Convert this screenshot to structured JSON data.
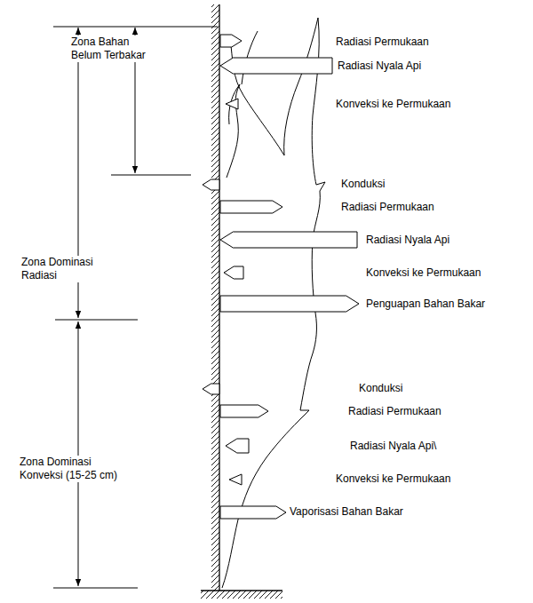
{
  "diagram": {
    "labels": [
      "Zona Bahan Belum Terbakar",
      "Zona Dominasi Radiasi",
      "Zona Dominasi Konveksi (15-25 cm)",
      "Radiasi Permukaan",
      "Radiasi Nyala Api",
      "Konveksi ke Permukaan",
      "Konduksi",
      "Radiasi Permukaan",
      "Radiasi Nyala Api",
      "Konveksi ke Permukaan",
      "Penguapan Bahan Bakar",
      "Konduksi",
      "Radiasi Permukaan",
      "Radiasi Nyala Api\\",
      "Konveksi ke Permukaan",
      "Vaporisasi Bahan Bakar"
    ]
  }
}
